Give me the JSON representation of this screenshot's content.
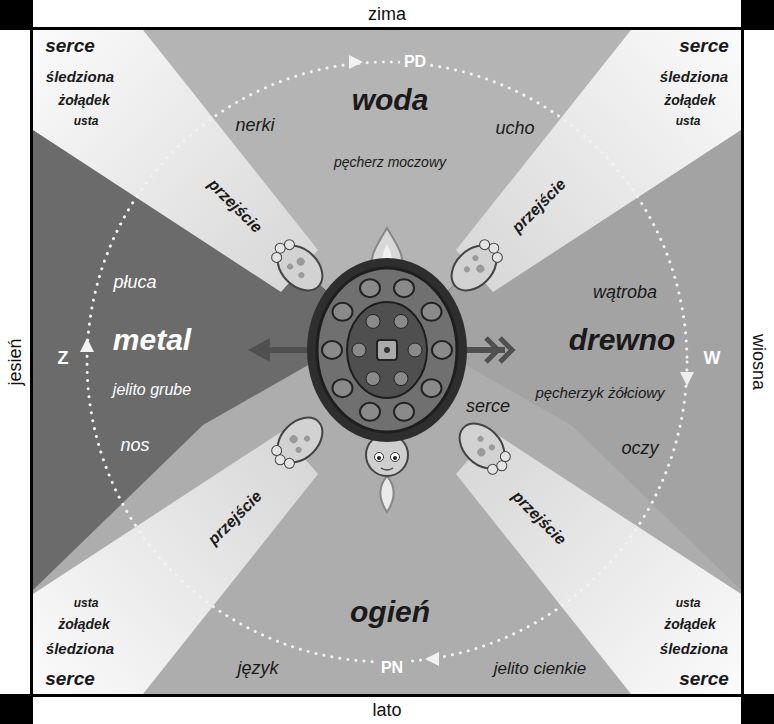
{
  "diagram": {
    "nodes": [
      {
        "text": [
          "serce",
          "śledziona",
          "żołądek",
          "usta",
          "przejście"
        ]
      },
      {
        "text": [
          "woda",
          "nerki",
          "ucho",
          "pęcherz moczowy"
        ]
      },
      {
        "text": [
          "serce",
          "śledziona",
          "żołądek",
          "usta",
          "przejście"
        ]
      },
      {
        "text": [
          "płuca",
          "metal",
          "jelito grube",
          "nos"
        ]
      },
      {
        "text": [
          "wątroba",
          "drewno",
          "pęcherzyk żółciowy",
          "oczy"
        ]
      },
      {
        "text": [
          "przejście",
          "usta",
          "żołądek",
          "śledziona",
          "serce"
        ]
      },
      {
        "text": [
          "serce",
          "ogień",
          "język",
          "jelito cienkie"
        ]
      },
      {
        "text": [
          "przejście",
          "usta",
          "żołądek",
          "śledziona",
          "serce"
        ]
      }
    ],
    "labels": [
      "zima",
      "jesień",
      "wiosna",
      "lato",
      "PD",
      "Z",
      "W",
      "PN"
    ]
  }
}
